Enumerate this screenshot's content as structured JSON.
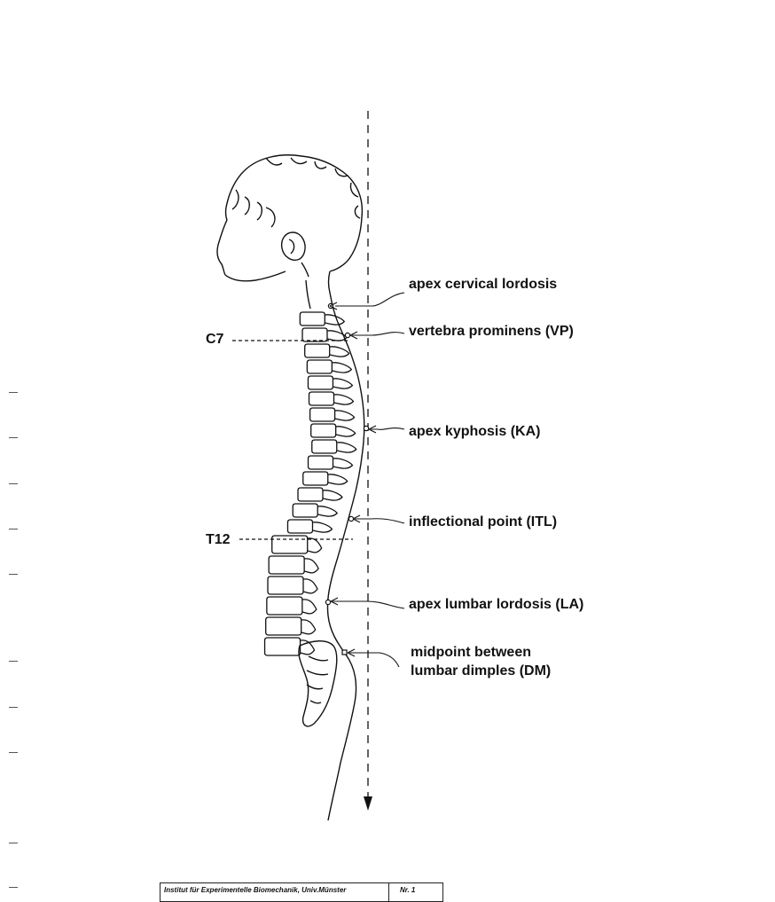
{
  "labels": {
    "apex_cervical": "apex cervical lordosis",
    "vertebra_prominens": "vertebra prominens (VP)",
    "apex_kyphosis": "apex kyphosis (KA)",
    "inflectional_point": "inflectional point (ITL)",
    "apex_lumbar": "apex lumbar lordosis (LA)",
    "midpoint_line1": "midpoint between",
    "midpoint_line2": "lumbar dimples (DM)"
  },
  "vertebra_labels": {
    "c7": "C7",
    "t12": "T12"
  },
  "footer": {
    "institute": "Institut für Experimentelle Biomechanik, Univ.Münster",
    "number": "Nr. 1"
  }
}
